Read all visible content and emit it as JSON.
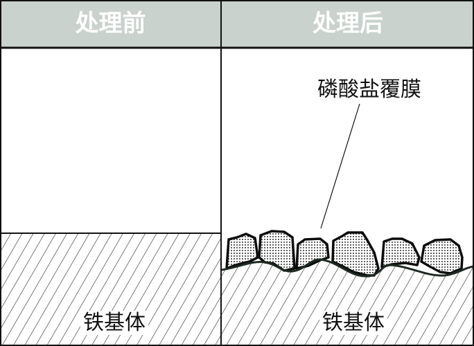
{
  "header": {
    "before": "处理前",
    "after": "处理后"
  },
  "labels": {
    "coating": "磷酸盐覆膜",
    "substrate_left": "铁基体",
    "substrate_right": "铁基体"
  },
  "colors": {
    "header_bg": "#c9d2cd",
    "line": "#111111",
    "grain_outline": "#0d0d0d",
    "substrate_line": "#1f2a22"
  }
}
